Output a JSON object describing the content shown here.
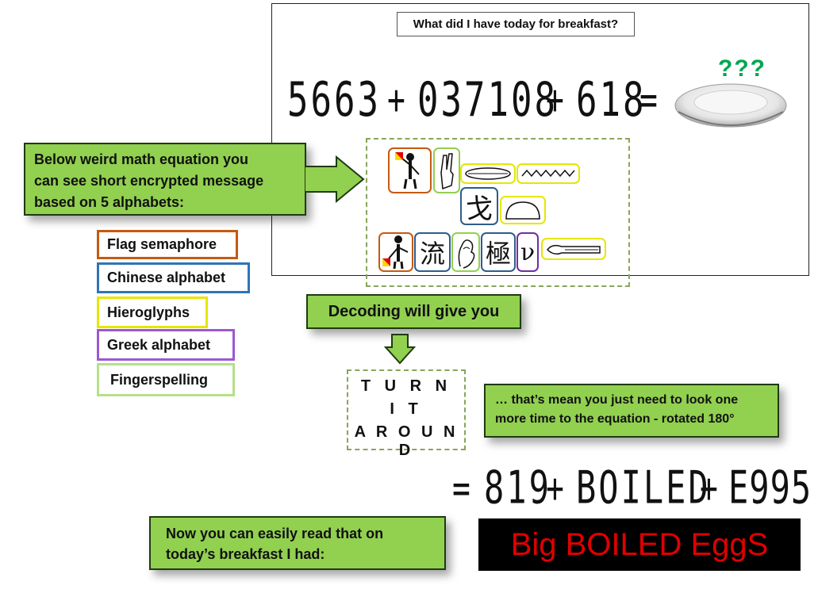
{
  "question": "What did I have today for breakfast?",
  "equation_top": {
    "terms": [
      "5663",
      "+",
      "037108",
      "+",
      "618",
      "="
    ],
    "plate_label": "???"
  },
  "callout_intro": {
    "line1": "Below weird math equation  you",
    "line2": "can see short encrypted message",
    "line3": "based on 5 alphabets:"
  },
  "legend": [
    {
      "label": "Flag semaphore",
      "color": "#c55a11"
    },
    {
      "label": "Chinese alphabet",
      "color": "#2e5d8a"
    },
    {
      "label": "Hieroglyphs",
      "color": "#e6e600"
    },
    {
      "label": "Greek alphabet",
      "color": "#7030a0"
    },
    {
      "label": "Fingerspelling",
      "color": "#92d050"
    }
  ],
  "cipher": {
    "chinese_1": "戈",
    "chinese_2": "流",
    "chinese_3": "極",
    "greek_1": "ν"
  },
  "decoding_label": "Decoding will give you",
  "result": {
    "line1": "T U R N",
    "line2": "I T",
    "line3": "A R O U N D"
  },
  "explanation": {
    "line1": "… that’s mean you just need to look one",
    "line2": "more time to the equation - rotated 180°"
  },
  "equation_bottom": {
    "terms": [
      "=",
      "819",
      "+",
      "BOILED",
      "+",
      "E995"
    ]
  },
  "conclusion": {
    "line1": "Now you can easily read that on",
    "line2": "today’s breakfast I had:"
  },
  "answer": "Big BOILED EggS"
}
